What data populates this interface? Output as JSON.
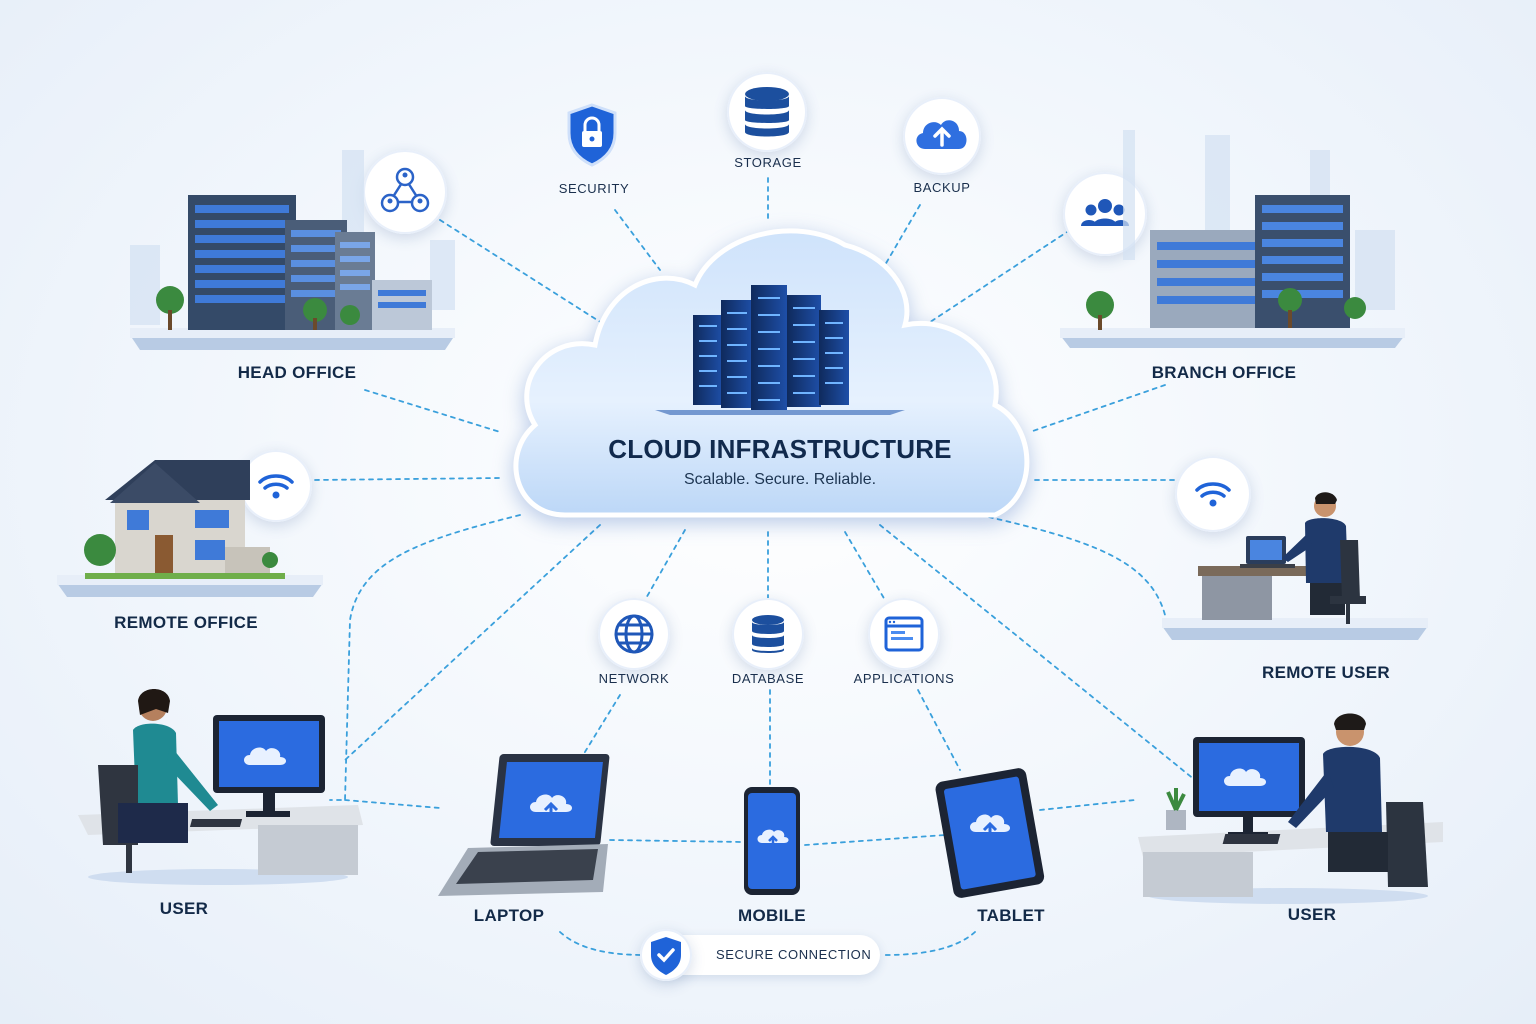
{
  "cloud": {
    "title": "CLOUD INFRASTRUCTURE",
    "subtitle": "Scalable. Secure. Reliable."
  },
  "services_top": {
    "security": "SECURITY",
    "storage": "STORAGE",
    "backup": "BACKUP"
  },
  "services_bottom": {
    "network": "NETWORK",
    "database": "DATABASE",
    "applications": "APPLICATIONS"
  },
  "locations": {
    "head_office": "HEAD OFFICE",
    "branch_office": "BRANCH OFFICE",
    "remote_office": "REMOTE OFFICE",
    "remote_user": "REMOTE USER"
  },
  "devices": {
    "user_left": "USER",
    "laptop": "LAPTOP",
    "mobile": "MOBILE",
    "tablet": "TABLET",
    "user_right": "USER"
  },
  "footer": {
    "secure_connection": "SECURE CONNECTION"
  },
  "icons": {
    "security": "shield-lock-icon",
    "storage": "database-stack-icon",
    "backup": "cloud-upload-icon",
    "head_office_badge": "network-nodes-icon",
    "branch_office_badge": "users-group-icon",
    "remote_office_badge": "wifi-icon",
    "remote_user_badge": "wifi-icon",
    "network": "globe-icon",
    "database": "database-icon",
    "applications": "app-window-icon",
    "secure_connection": "shield-check-icon"
  },
  "colors": {
    "accent": "#1f63d8",
    "accent_light": "#4a8cf0",
    "line": "#3aa0dc",
    "text": "#132a48"
  }
}
